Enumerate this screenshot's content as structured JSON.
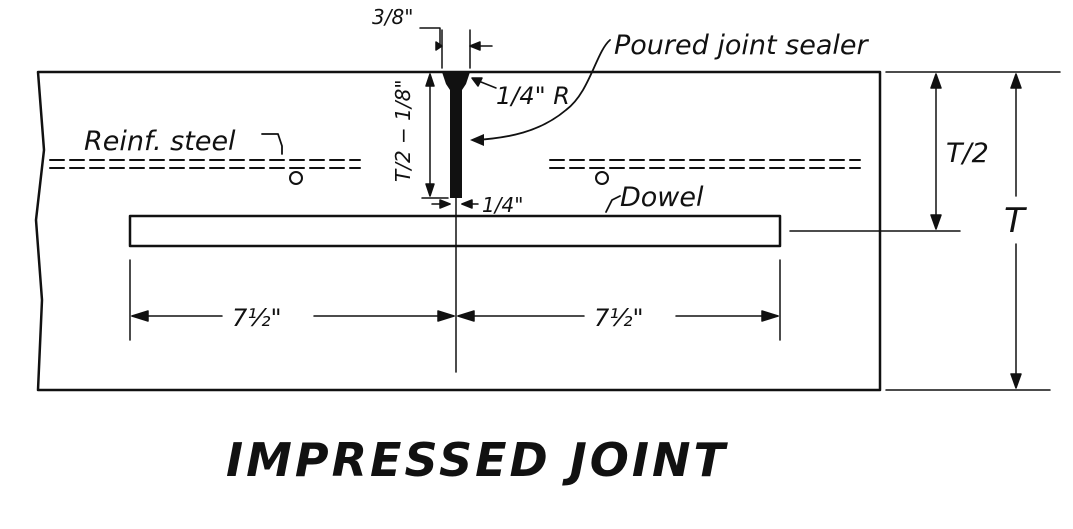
{
  "drawing": {
    "title": "IMPRESSED JOINT",
    "labels": {
      "sealer": "Poured joint sealer",
      "steel": "Reinf. steel",
      "dowel": "Dowel",
      "radius": "1/4\" R",
      "top_width": "3/8\"",
      "groove_width": "1/4\"",
      "groove_depth": "T/2 − 1/8\"",
      "half_depth": "T/2",
      "depth": "T",
      "left_len": "7½\"",
      "right_len": "7½\""
    }
  }
}
